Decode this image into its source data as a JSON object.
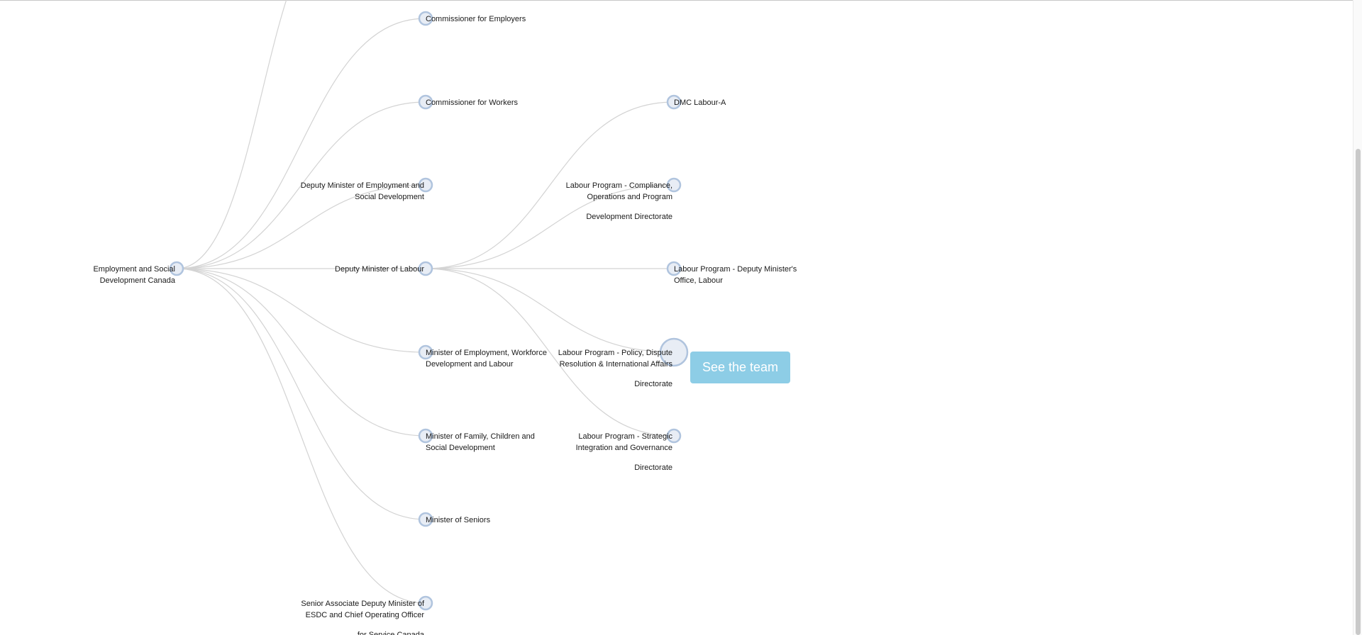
{
  "tree": {
    "root": {
      "id": "esdc",
      "label": [
        "Employment and Social",
        "Development Canada"
      ]
    },
    "level1": [
      {
        "id": "comm-employers",
        "label": [
          "Commissioner for Employers"
        ]
      },
      {
        "id": "comm-workers",
        "label": [
          "Commissioner for Workers"
        ]
      },
      {
        "id": "dm-esd",
        "label": [
          "Deputy Minister of Employment and",
          "Social Development"
        ]
      },
      {
        "id": "dm-labour",
        "label": [
          "Deputy Minister of Labour"
        ]
      },
      {
        "id": "min-ewdl",
        "label": [
          "Minister of Employment, Workforce",
          "Development and Labour"
        ]
      },
      {
        "id": "min-fcsd",
        "label": [
          "Minister of Family, Children and",
          "Social Development"
        ]
      },
      {
        "id": "min-seniors",
        "label": [
          "Minister of Seniors"
        ]
      },
      {
        "id": "sadm-esdc",
        "label": [
          "Senior Associate Deputy Minister of",
          "ESDC and Chief Operating Officer",
          "for Service Canada"
        ]
      }
    ],
    "level2": [
      {
        "id": "dmc-labour",
        "label": [
          "DMC Labour-A"
        ]
      },
      {
        "id": "lp-copd",
        "label": [
          "Labour Program - Compliance,",
          "Operations and Program",
          "Development Directorate"
        ]
      },
      {
        "id": "lp-dmo",
        "label": [
          "Labour Program - Deputy Minister's",
          "Office, Labour"
        ]
      },
      {
        "id": "lp-pdria",
        "label": [
          "Labour Program - Policy, Dispute",
          "Resolution & International Affairs",
          "Directorate"
        ],
        "selected": true
      },
      {
        "id": "lp-sig",
        "label": [
          "Labour Program - Strategic",
          "Integration and Governance",
          "Directorate"
        ]
      }
    ]
  },
  "actions": {
    "see_team": "See the team"
  }
}
